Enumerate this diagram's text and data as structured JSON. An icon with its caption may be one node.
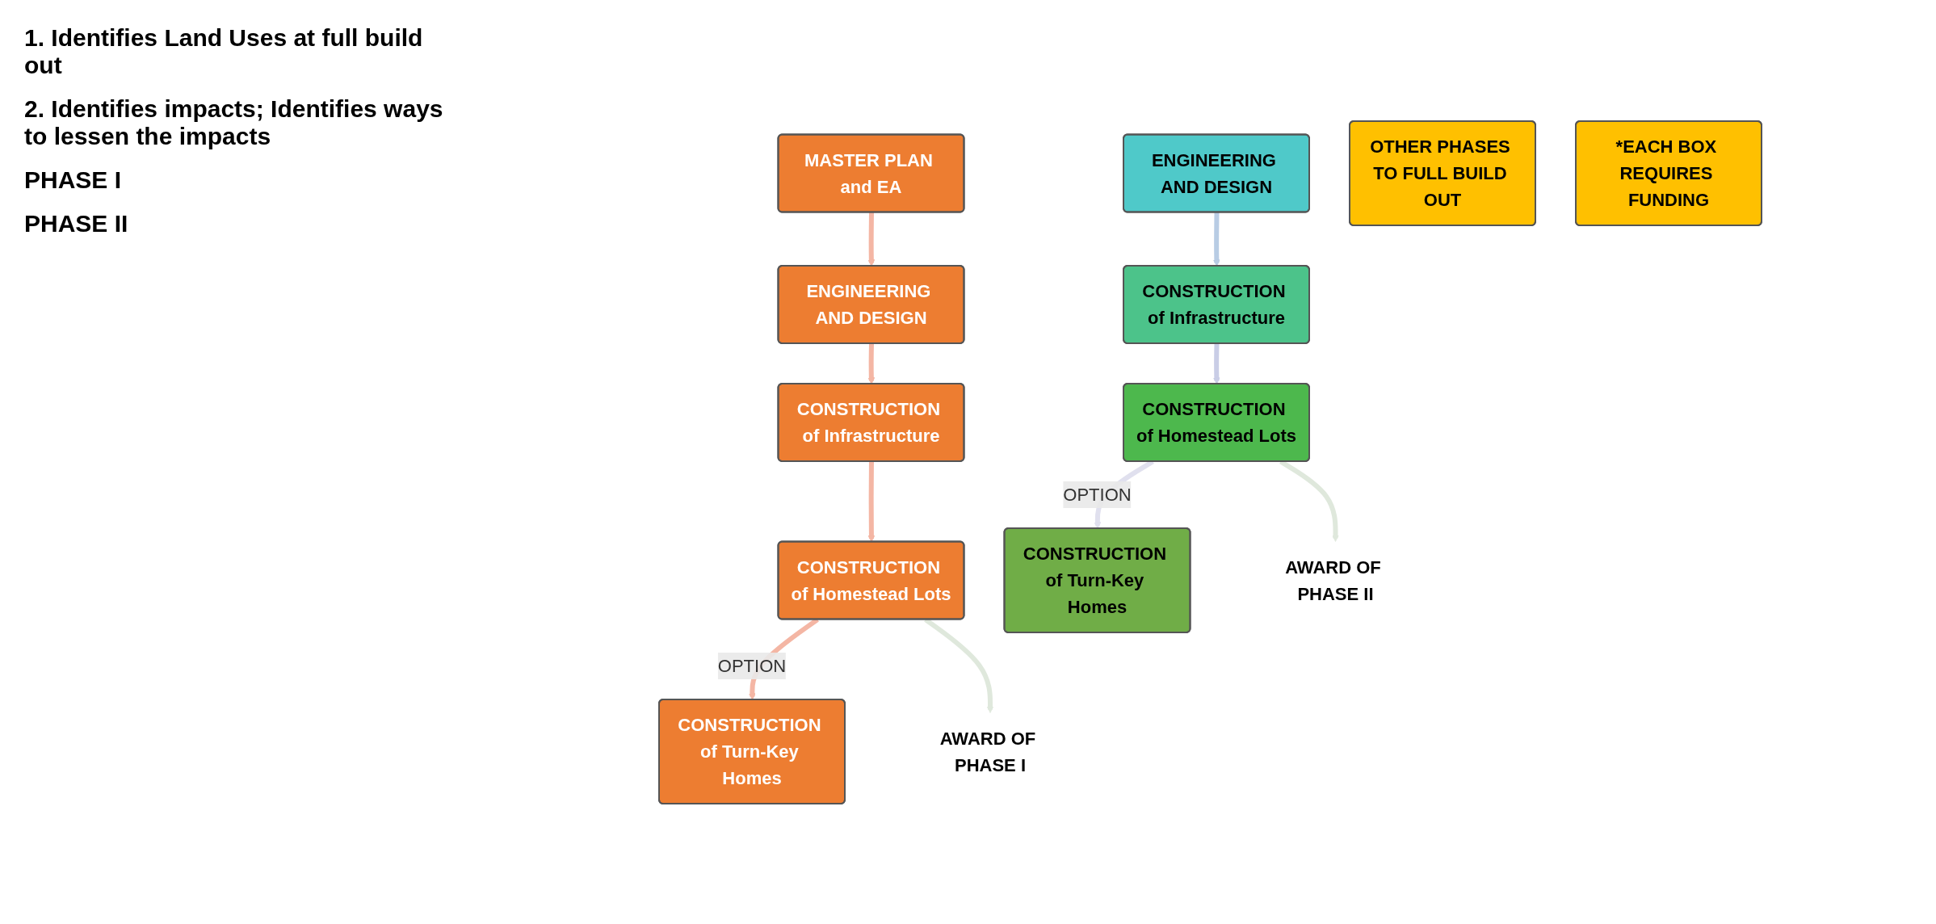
{
  "diagram": {
    "nodes": [
      {
        "text": [
          "MASTER PLAN and EA"
        ]
      },
      {
        "text": [
          "ENGINEERING AND DESIGN"
        ]
      },
      {
        "text": [
          "CONSTRUCTION of Infrastructure"
        ]
      },
      {
        "text": [
          "CONSTRUCTION of Homestead Lots"
        ]
      },
      {
        "text": [
          "CONSTRUCTION of Turn-Key Homes"
        ]
      },
      {
        "text": [
          "AWARD OF PHASE I"
        ]
      },
      {
        "text": [
          "ENGINEERING AND DESIGN"
        ]
      },
      {
        "text": [
          "CONSTRUCTION of Infrastructure"
        ]
      },
      {
        "text": [
          "CONSTRUCTION of Homestead Lots"
        ]
      },
      {
        "text": [
          "CONSTRUCTION of Turn-Key Homes"
        ]
      },
      {
        "text": [
          "AWARD OF PHASE II"
        ]
      },
      {
        "text": [
          "OTHER PHASES TO FULL BUILD OUT"
        ]
      },
      {
        "text": [
          "*EACH BOX REQUIRES FUNDING"
        ]
      }
    ],
    "edges": [
      {
        "from": 0,
        "to": 1,
        "arrow": "to"
      },
      {
        "from": 1,
        "to": 2,
        "arrow": "to"
      },
      {
        "from": 2,
        "to": 3,
        "arrow": "to"
      },
      {
        "from": 3,
        "to": 4,
        "arrow": "to",
        "label": "OPTION"
      },
      {
        "from": 3,
        "to": 5,
        "arrow": "to",
        "color": "#dfe8dc"
      },
      {
        "from": 6,
        "to": 7,
        "arrow": "to",
        "color": "#b8cce4"
      },
      {
        "from": 7,
        "to": 8,
        "arrow": "to",
        "color": "#c9cde6"
      },
      {
        "from": 8,
        "to": 9,
        "arrow": "to",
        "label": "OPTION",
        "color": "#e0e0ee"
      },
      {
        "from": 8,
        "to": 10,
        "arrow": "to",
        "color": "#dfe8dc"
      }
    ],
    "labels": [
      "1. Identifies Land Uses at full build out",
      "2. Identifies impacts; Identifies ways to lessen the impacts",
      "PHASE I",
      "PHASE II"
    ]
  }
}
